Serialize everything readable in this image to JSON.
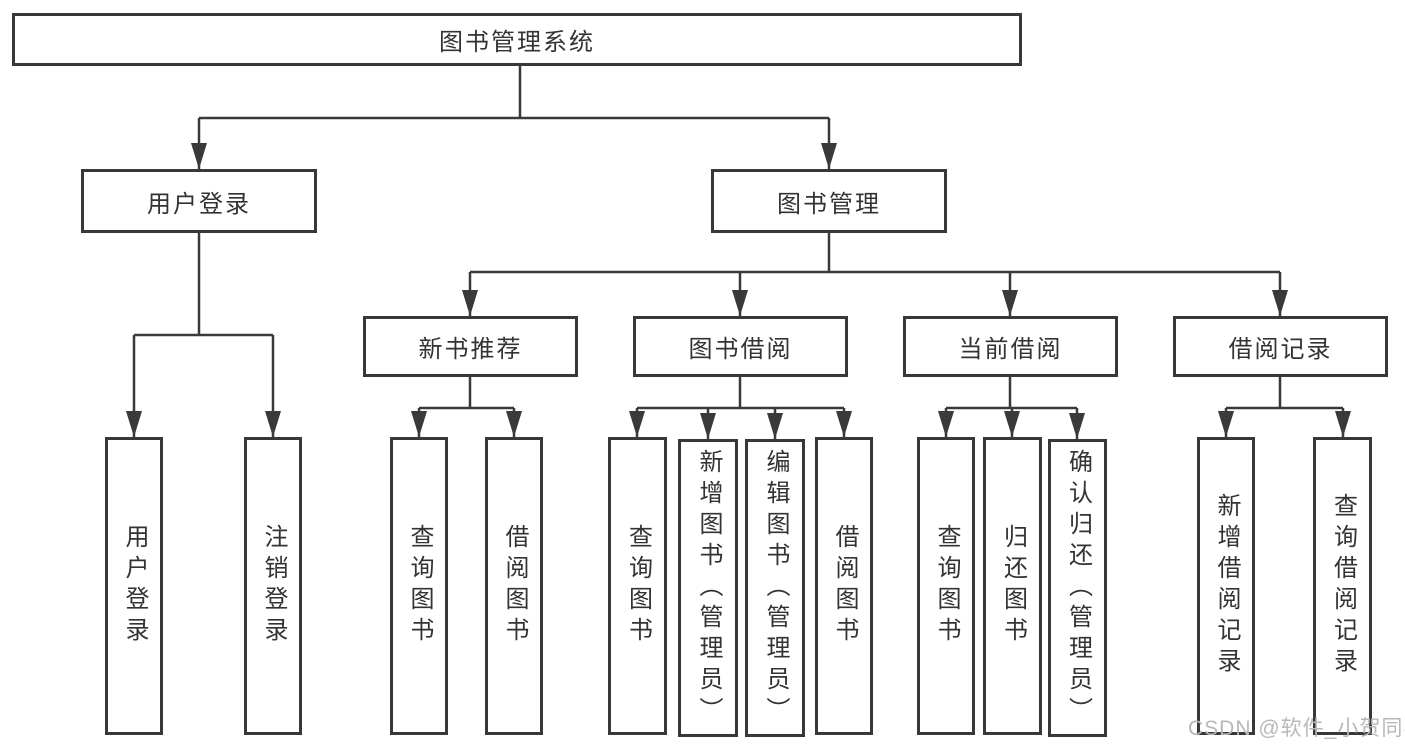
{
  "colors": {
    "line": "#3a3a3a",
    "box_border": "#383838",
    "text": "#333333",
    "background": "#ffffff",
    "watermark": "#b6b8ba"
  },
  "watermark": "CSDN @软件_小贺同学",
  "tree": {
    "root": {
      "label": "图书管理系统",
      "children": [
        {
          "label": "用户登录",
          "children": [
            {
              "label": "用户登录"
            },
            {
              "label": "注销登录"
            }
          ]
        },
        {
          "label": "图书管理",
          "children": [
            {
              "label": "新书推荐",
              "children": [
                {
                  "label": "查询图书"
                },
                {
                  "label": "借阅图书"
                }
              ]
            },
            {
              "label": "图书借阅",
              "children": [
                {
                  "label": "查询图书"
                },
                {
                  "label": "新增图书（管理员）"
                },
                {
                  "label": "编辑图书（管理员）"
                },
                {
                  "label": "借阅图书"
                }
              ]
            },
            {
              "label": "当前借阅",
              "children": [
                {
                  "label": "查询图书"
                },
                {
                  "label": "归还图书"
                },
                {
                  "label": "确认归还（管理员）"
                }
              ]
            },
            {
              "label": "借阅记录",
              "children": [
                {
                  "label": "新增借阅记录"
                },
                {
                  "label": "查询借阅记录"
                }
              ]
            }
          ]
        }
      ]
    }
  }
}
